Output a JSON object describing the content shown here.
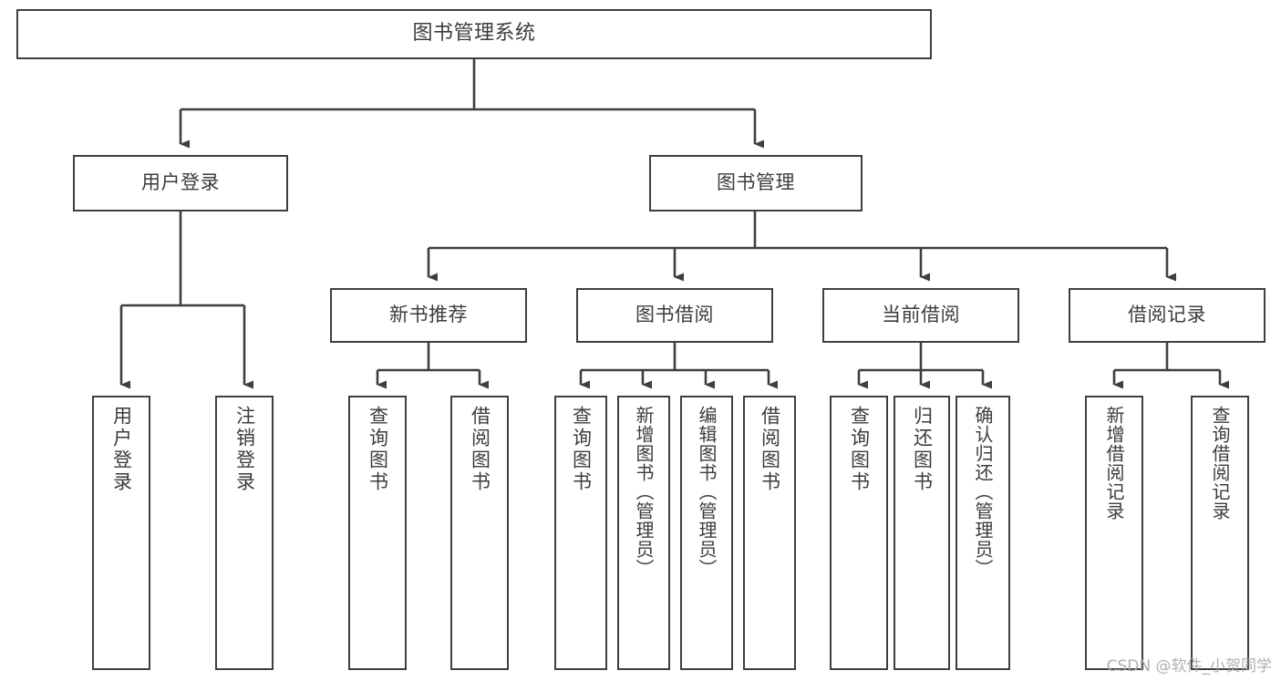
{
  "diagram": {
    "title": "图书管理系统",
    "type": "tree-hierarchy",
    "watermark": "CSDN @软件_小贺同学",
    "colors": {
      "background": "#ffffff",
      "node_border": "#3f3f3f",
      "node_fill": "#ffffff",
      "text": "#3c3c3c",
      "edge": "#3f3f3f",
      "watermark": "#a8a8a8"
    },
    "root": {
      "label": "图书管理系统"
    },
    "level2": [
      {
        "label": "用户登录"
      },
      {
        "label": "图书管理"
      }
    ],
    "level3": [
      {
        "label": "新书推荐"
      },
      {
        "label": "图书借阅"
      },
      {
        "label": "当前借阅"
      },
      {
        "label": "借阅记录"
      }
    ],
    "leaves": {
      "user_login": [
        {
          "label": "用户登录"
        },
        {
          "label": "注销登录"
        }
      ],
      "new_book_recommend": [
        {
          "label": "查询图书"
        },
        {
          "label": "借阅图书"
        }
      ],
      "book_borrow": [
        {
          "label": "查询图书"
        },
        {
          "label": "新增图书（管理员）"
        },
        {
          "label": "编辑图书（管理员）"
        },
        {
          "label": "借阅图书"
        }
      ],
      "current_borrow": [
        {
          "label": "查询图书"
        },
        {
          "label": "归还图书"
        },
        {
          "label": "确认归还（管理员）"
        }
      ],
      "borrow_record": [
        {
          "label": "新增借阅记录"
        },
        {
          "label": "查询借阅记录"
        }
      ]
    }
  }
}
